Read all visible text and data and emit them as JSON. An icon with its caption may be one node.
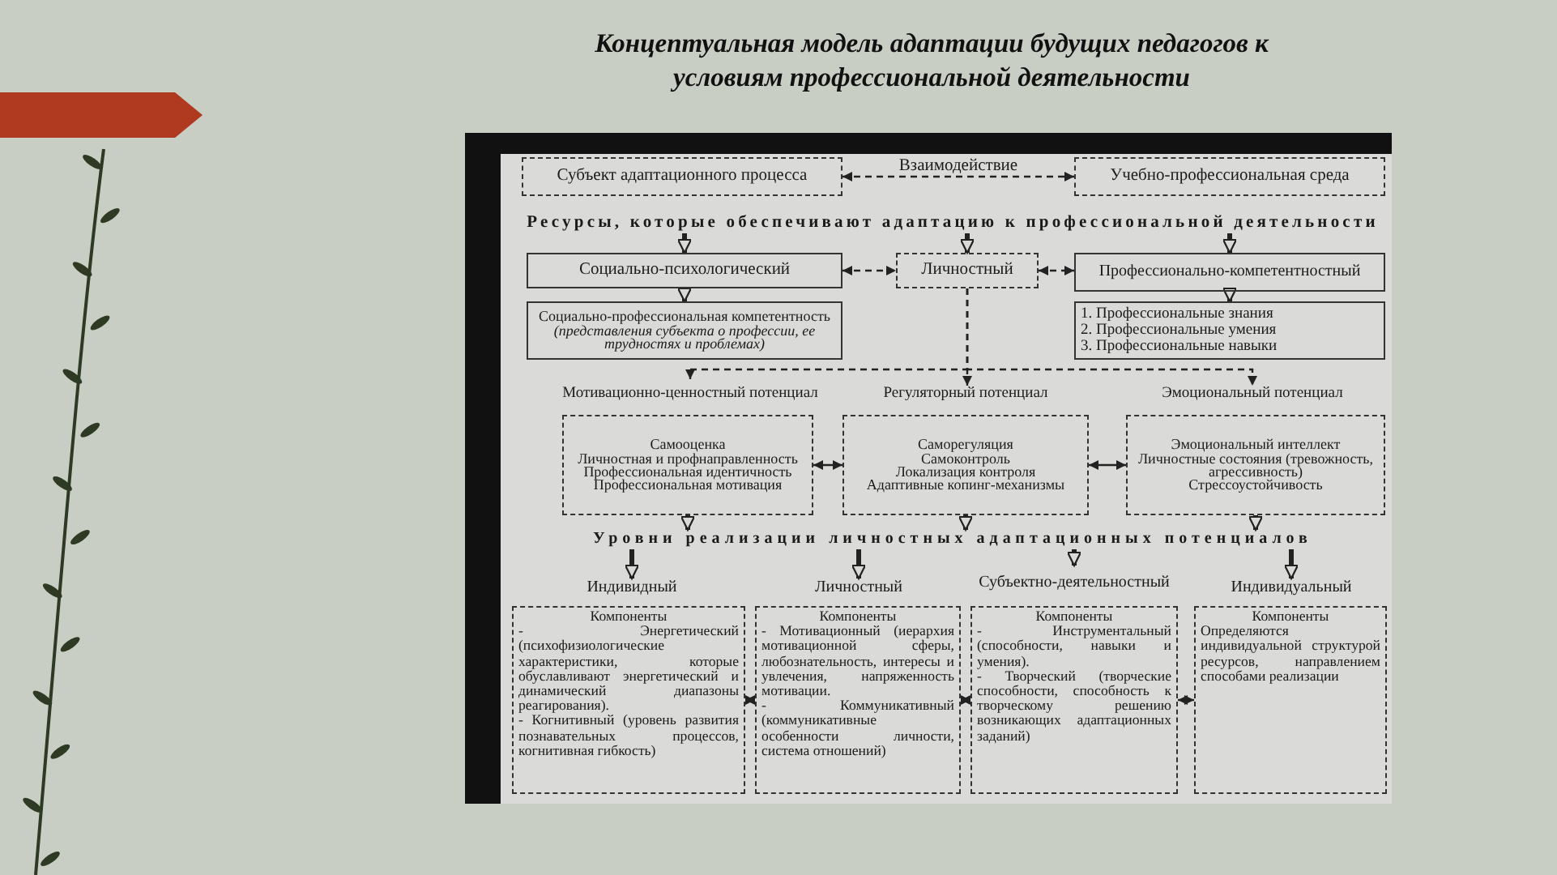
{
  "diagram": {
    "title": "Концептуальная модель адаптации будущих педагогов к условиям профессиональной деятельности",
    "nodes": [
      {
        "text": [
          "Субъект адаптационного процесса"
        ]
      },
      {
        "text": [
          "Учебно-профессиональная среда"
        ]
      },
      {
        "text": [
          "Ресурсы, которые обеспечивают адаптацию к профессиональной деятельности"
        ]
      },
      {
        "text": [
          "Социально-психологический"
        ]
      },
      {
        "text": [
          "Личностный"
        ]
      },
      {
        "text": [
          "Профессионально-компетентностный"
        ]
      },
      {
        "text": [
          "Социально-профессиональная компетентность *(представления субъекта о профессии, ее трудностях и проблемах)*"
        ]
      },
      {
        "text": [
          "1. Профессиональные знания",
          "2. Профессиональные умения",
          "3. Профессиональные навыки"
        ]
      },
      {
        "text": [
          "Мотивационно-ценностный потенциал"
        ]
      },
      {
        "text": [
          "Регуляторный потенциал"
        ]
      },
      {
        "text": [
          "Эмоциональный потенциал"
        ]
      },
      {
        "text": [
          "Самооценка",
          "Личностная и профнаправленность",
          "Профессиональная идентичность",
          "Профессиональная мотивация"
        ]
      },
      {
        "text": [
          "Саморегуляция",
          "Самоконтроль",
          "Локализация контроля",
          "Адаптивные копинг-механизмы"
        ]
      },
      {
        "text": [
          "Эмоциональный интеллект",
          "Личностные состояния (тревожность, агрессивность)",
          "Стрессоустойчивость"
        ]
      },
      {
        "text": [
          "Уровни реализации личностных адаптационных потенциалов"
        ]
      },
      {
        "text": [
          "Индивидный"
        ]
      },
      {
        "text": [
          "Личностный"
        ]
      },
      {
        "text": [
          "Субъектно-деятельностный"
        ]
      },
      {
        "text": [
          "Индивидуальный"
        ]
      },
      {
        "text": [
          "Компоненты",
          "- Энергетический (психофизиологические характеристики, которые обуславливают энергетический и динамический диапазоны реагирования).",
          "- Когнитивный (уровень развития познавательных процессов, когнитивная гибкость)"
        ]
      },
      {
        "text": [
          "Компоненты",
          "- Мотивационный (иерархия мотивационной сферы, любознательность, интересы и увлечения, напряженность мотивации.",
          "- Коммуникативный (коммуникативные особенности личности, система отношений)"
        ]
      },
      {
        "text": [
          "Компоненты",
          "- Инструментальный (способности, навыки и умения).",
          "- Творческий (творческие способности, способность к творческому решению возникающих адаптационных заданий)"
        ]
      },
      {
        "text": [
          "Компоненты",
          "Определяются индивидуальной структурой ресурсов, направлением способами реализации"
        ]
      }
    ],
    "edges": [
      {
        "from": 0,
        "to": 1,
        "arrow": "both",
        "label": "Взаимодействие",
        "style": "dashed"
      },
      {
        "from": 2,
        "to": 3,
        "arrow": "to"
      },
      {
        "from": 2,
        "to": 4,
        "arrow": "to"
      },
      {
        "from": 2,
        "to": 5,
        "arrow": "to"
      },
      {
        "from": 3,
        "to": 4,
        "arrow": "both",
        "style": "dashed"
      },
      {
        "from": 4,
        "to": 5,
        "arrow": "both",
        "style": "dashed"
      },
      {
        "from": 3,
        "to": 6,
        "arrow": "to"
      },
      {
        "from": 5,
        "to": 7,
        "arrow": "to"
      },
      {
        "from": 4,
        "to": 8,
        "arrow": "to",
        "style": "dashed"
      },
      {
        "from": 4,
        "to": 9,
        "arrow": "to",
        "style": "dashed"
      },
      {
        "from": 4,
        "to": 10,
        "arrow": "to",
        "style": "dashed"
      },
      {
        "from": 11,
        "to": 12,
        "arrow": "both"
      },
      {
        "from": 12,
        "to": 13,
        "arrow": "both"
      },
      {
        "from": 11,
        "to": 14,
        "arrow": "to"
      },
      {
        "from": 12,
        "to": 14,
        "arrow": "to"
      },
      {
        "from": 13,
        "to": 14,
        "arrow": "to"
      },
      {
        "from": 14,
        "to": 15,
        "arrow": "to"
      },
      {
        "from": 14,
        "to": 16,
        "arrow": "to"
      },
      {
        "from": 14,
        "to": 17,
        "arrow": "to"
      },
      {
        "from": 14,
        "to": 18,
        "arrow": "to"
      },
      {
        "from": 19,
        "to": 20,
        "arrow": "both"
      },
      {
        "from": 20,
        "to": 21,
        "arrow": "both"
      },
      {
        "from": 21,
        "to": 22,
        "arrow": "both"
      }
    ]
  }
}
